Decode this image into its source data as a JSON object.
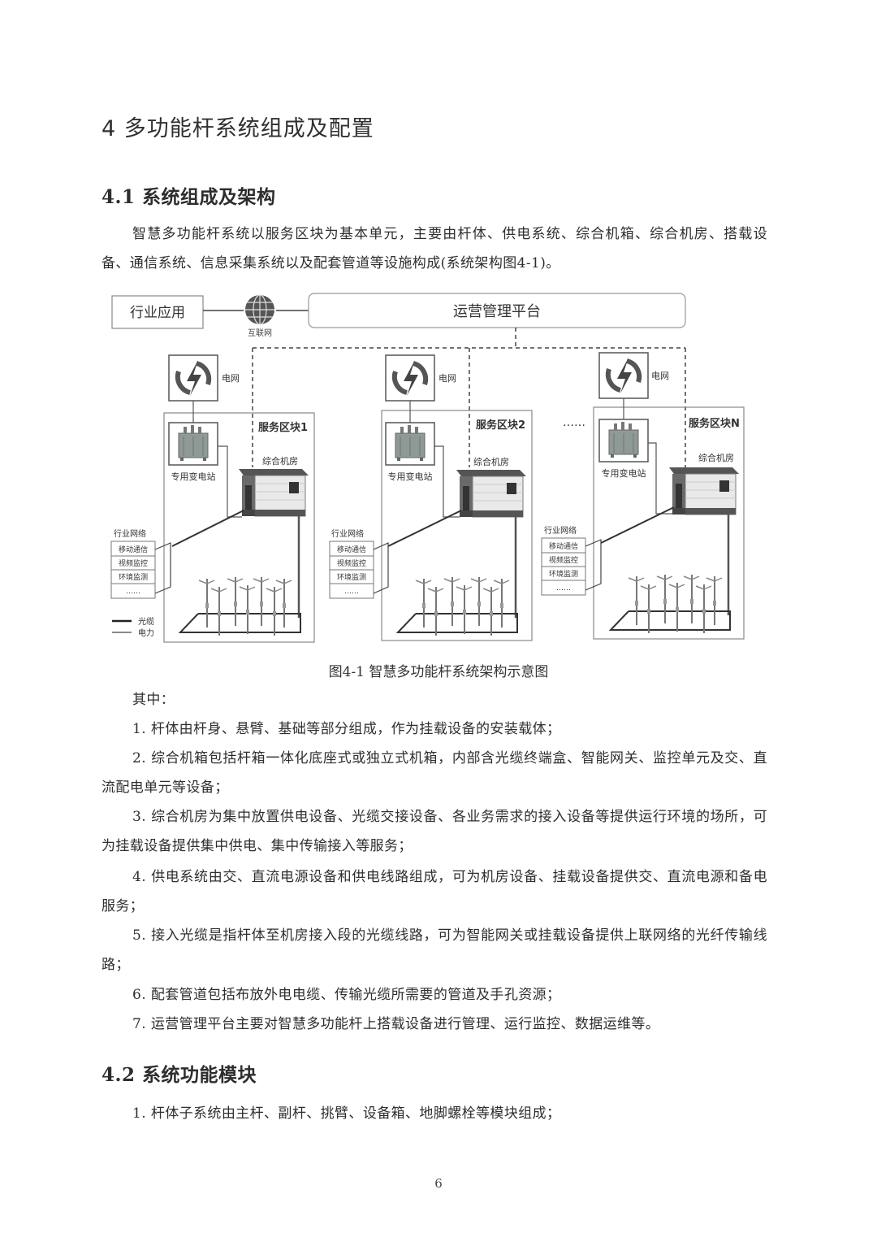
{
  "chapter": {
    "title": "4 多功能杆系统组成及配置"
  },
  "section_4_1": {
    "title": "4.1 系统组成及架构",
    "intro": "智慧多功能杆系统以服务区块为基本单元，主要由杆体、供电系统、综合机箱、综合机房、搭载设备、通信系统、信息采集系统以及配套管道等设施构成(系统架构图4-1)。"
  },
  "figure": {
    "caption": "图4-1 智慧多功能杆系统架构示意图",
    "industry_app": "行业应用",
    "internet": "互联网",
    "platform": "运营管理平台",
    "ellipsis": "……",
    "blocks": [
      {
        "title": "服务区块1",
        "grid": "电网",
        "substation": "专用变电站",
        "room": "综合机房",
        "network_title": "行业网络",
        "network_items": [
          "移动通信",
          "视频监控",
          "环境监测",
          "……"
        ]
      },
      {
        "title": "服务区块2",
        "grid": "电网",
        "substation": "专用变电站",
        "room": "综合机房",
        "network_title": "行业网络",
        "network_items": [
          "移动通信",
          "视频监控",
          "环境监测",
          "……"
        ]
      },
      {
        "title": "服务区块N",
        "grid": "电网",
        "substation": "专用变电站",
        "room": "综合机房",
        "network_title": "行业网络",
        "network_items": [
          "移动通信",
          "视频监控",
          "环境监测",
          "……"
        ]
      }
    ],
    "legend": [
      {
        "label": "光缆"
      },
      {
        "label": "电力"
      }
    ]
  },
  "list_intro": "其中：",
  "list_4_1": [
    "1. 杆体由杆身、悬臂、基础等部分组成，作为挂载设备的安装载体；",
    "2. 综合机箱包括杆箱一体化底座式或独立式机箱，内部含光缆终端盒、智能网关、监控单元及交、直流配电单元等设备；",
    "3. 综合机房为集中放置供电设备、光缆交接设备、各业务需求的接入设备等提供运行环境的场所，可为挂载设备提供集中供电、集中传输接入等服务；",
    "4. 供电系统由交、直流电源设备和供电线路组成，可为机房设备、挂载设备提供交、直流电源和备电服务；",
    "5. 接入光缆是指杆体至机房接入段的光缆线路，可为智能网关或挂载设备提供上联网络的光纤传输线路；",
    "6. 配套管道包括布放外电电缆、传输光缆所需要的管道及手孔资源；",
    "7. 运营管理平台主要对智慧多功能杆上搭载设备进行管理、运行监控、数据运维等。"
  ],
  "section_4_2": {
    "title": "4.2 系统功能模块",
    "items": [
      "1. 杆体子系统由主杆、副杆、挑臂、设备箱、地脚螺栓等模块组成；"
    ]
  },
  "page_number": "6"
}
